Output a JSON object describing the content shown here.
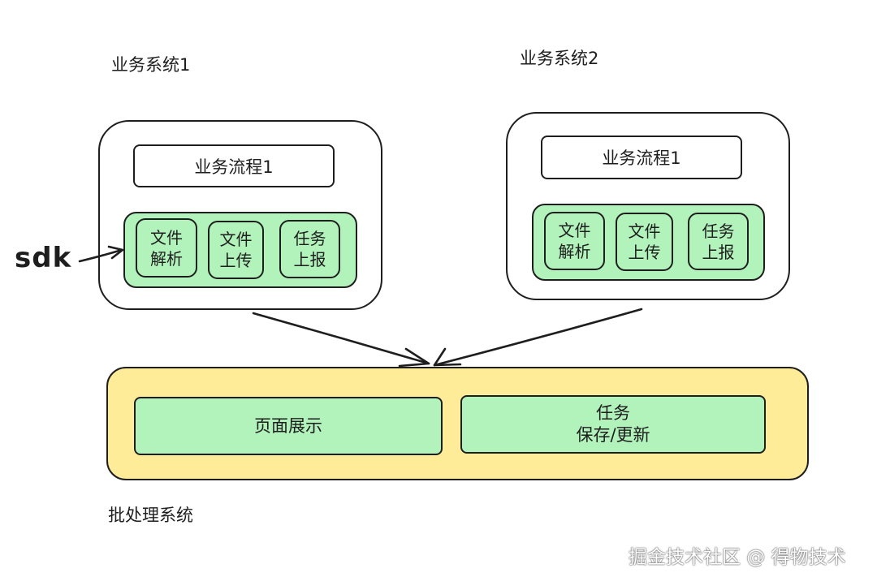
{
  "system1": {
    "title": "业务系统1",
    "flow": "业务流程1",
    "modules": [
      {
        "line1": "文件",
        "line2": "解析"
      },
      {
        "line1": "文件",
        "line2": "上传"
      },
      {
        "line1": "任务",
        "line2": "上报"
      }
    ]
  },
  "system2": {
    "title": "业务系统2",
    "flow": "业务流程1",
    "modules": [
      {
        "line1": "文件",
        "line2": "解析"
      },
      {
        "line1": "文件",
        "line2": "上传"
      },
      {
        "line1": "任务",
        "line2": "上报"
      }
    ]
  },
  "sdk_label": "sdk",
  "batch": {
    "title": "批处理系统",
    "left_module": "页面展示",
    "right_module_line1": "任务",
    "right_module_line2": "保存/更新"
  },
  "watermark": "掘金技术社区 @ 得物技术",
  "colors": {
    "green": "#b2f2bb",
    "yellow": "#ffec99",
    "stroke": "#1e1e1e"
  }
}
